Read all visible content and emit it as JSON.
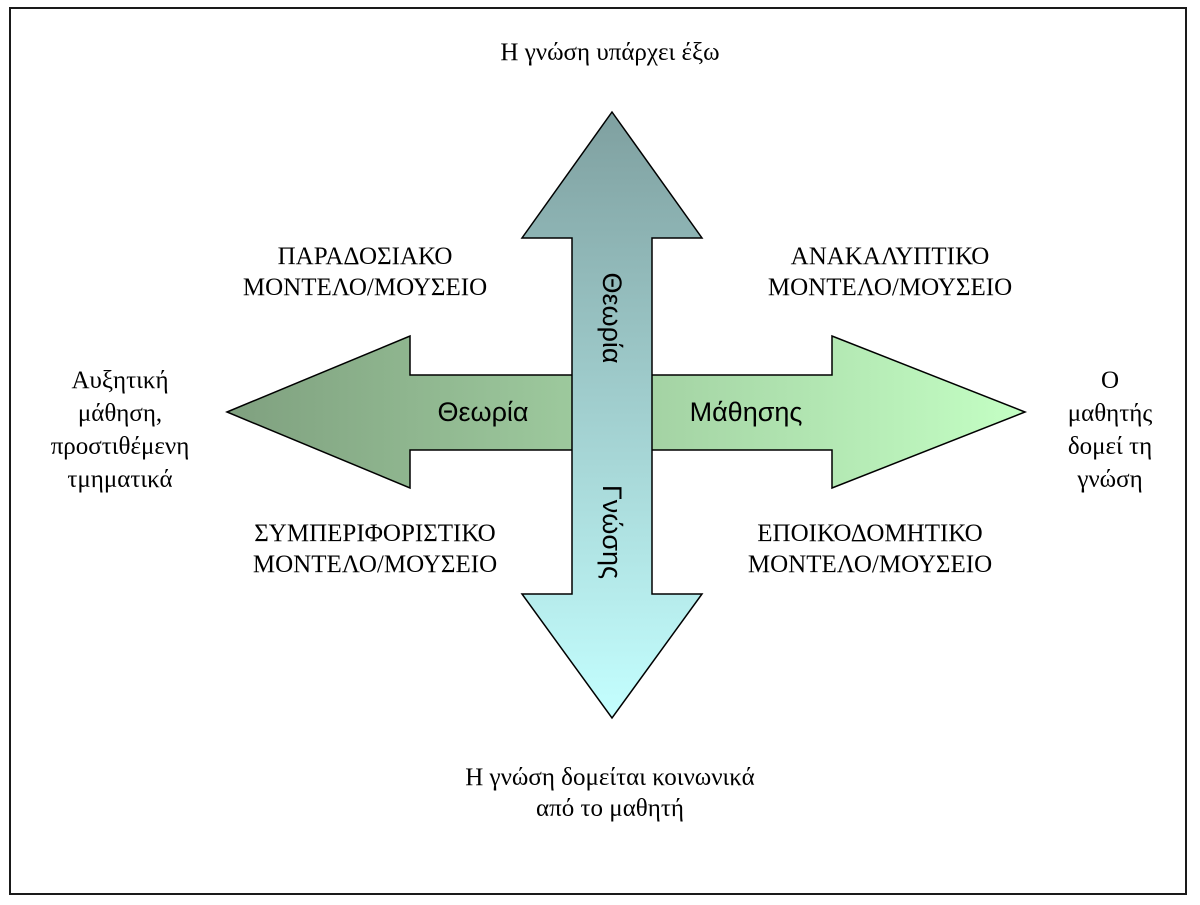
{
  "axes": {
    "top": "Η γνώση υπάρχει έξω",
    "bottom": [
      "Η γνώση δομείται κοινωνικά",
      "από το μαθητή"
    ],
    "left": [
      "Αυξητική",
      "μάθηση,",
      "προστιθέμενη",
      "τμηματικά"
    ],
    "right": [
      "Ο",
      "μαθητής",
      "δομεί τη",
      "γνώση"
    ]
  },
  "quadrants": {
    "top_left": [
      "ΠΑΡΑΔΟΣΙΑΚΟ",
      "ΜΟΝΤΕΛΟ/ΜΟΥΣΕΙΟ"
    ],
    "top_right": [
      "ΑΝΑΚΑΛΥΠΤΙΚΟ",
      "ΜΟΝΤΕΛΟ/ΜΟΥΣΕΙΟ"
    ],
    "bottom_left": [
      "ΣΥΜΠΕΡΙΦΟΡΙΣΤΙΚΟ",
      "ΜΟΝΤΕΛΟ/ΜΟΥΣΕΙΟ"
    ],
    "bottom_right": [
      "ΕΠΟΙΚΟΔΟΜΗΤΙΚΟ",
      "ΜΟΝΤΕΛΟ/ΜΟΥΣΕΙΟ"
    ]
  },
  "arrows": {
    "horizontal_left_label": "Θεωρία",
    "horizontal_right_label": "Μάθησης",
    "vertical_top_label": "Θεωρία",
    "vertical_bottom_label": "Γνώσης"
  },
  "colors": {
    "horizontal_dark_green": "#7fa07f",
    "horizontal_light_green": "#c4ffc4",
    "vertical_top_teal": "#7fa0a0",
    "vertical_bottom_cyan": "#c4ffff",
    "outline": "#000000"
  }
}
